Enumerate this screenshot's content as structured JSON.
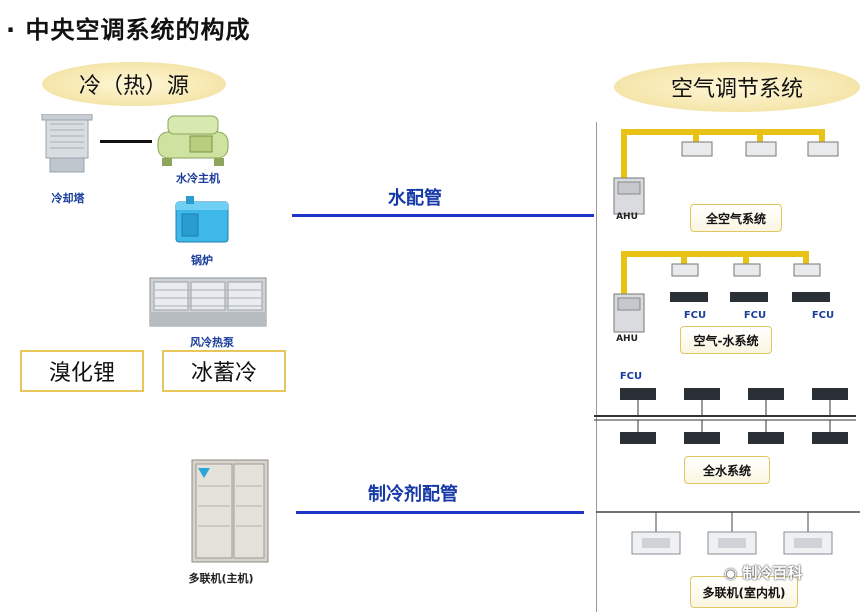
{
  "title": "· 中央空调系统的构成",
  "sources": {
    "heading": "冷（热）源",
    "cooling_tower": "冷却塔",
    "water_chiller": "水冷主机",
    "boiler": "锅炉",
    "air_heat_pump": "风冷热泵",
    "lithium_bromide": "溴化锂",
    "ice_storage": "冰蓄冷"
  },
  "ac_systems": {
    "heading": "空气调节系统",
    "all_air": "全空气系统",
    "air_water": "空气-水系统",
    "all_water": "全水系统",
    "vrf": "多联机(室内机)"
  },
  "pipes": {
    "water": "水配管",
    "refrigerant": "制冷剂配管"
  },
  "units": {
    "ahu_1": "AHU",
    "ahu_2": "AHU",
    "fcu_a": "FCU",
    "fcu_b": "FCU",
    "fcu_c": "FCU",
    "fcu_d": "FCU"
  },
  "vrf_outdoor": "多联机(主机)",
  "watermark": "制冷百科"
}
